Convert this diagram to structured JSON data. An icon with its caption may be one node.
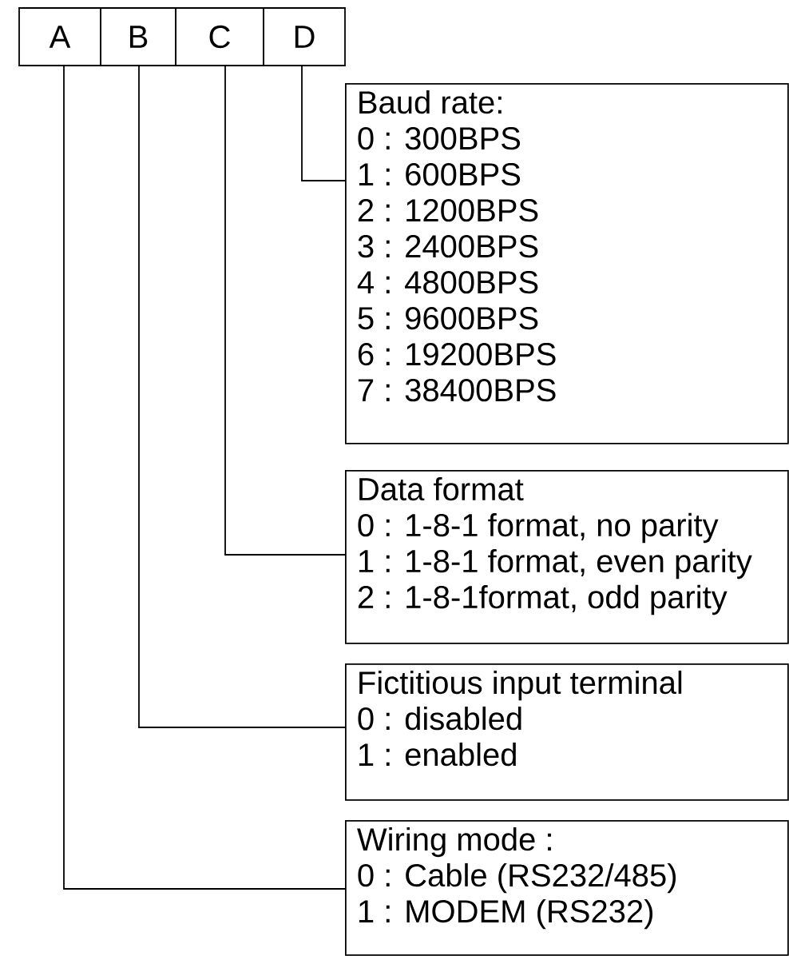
{
  "diagram": {
    "nodes": [
      {
        "text": [
          "A"
        ]
      },
      {
        "text": [
          "B"
        ]
      },
      {
        "text": [
          "C"
        ]
      },
      {
        "text": [
          "D"
        ]
      },
      {
        "text": [
          "Baud rate:",
          "0 : 300BPS",
          "1 : 600BPS",
          "2 : 1200BPS",
          "3 : 2400BPS",
          "4 : 4800BPS",
          "5 : 9600BPS",
          "6 : 19200BPS",
          "7 : 38400BPS"
        ]
      },
      {
        "text": [
          "Data format",
          "0 : 1-8-1 format, no parity",
          "1 : 1-8-1 format, even parity",
          "2 : 1-8-1format, odd parity"
        ]
      },
      {
        "text": [
          "Fictitious input terminal",
          "0 : disabled",
          "1 : enabled"
        ]
      },
      {
        "text": [
          "Wiring mode :",
          "0 : Cable (RS232/485)",
          "1 : MODEM (RS232)"
        ]
      }
    ],
    "edges": [
      {
        "from": 3,
        "to": 4,
        "arrow": "none"
      },
      {
        "from": 2,
        "to": 5,
        "arrow": "none"
      },
      {
        "from": 1,
        "to": 6,
        "arrow": "none"
      },
      {
        "from": 0,
        "to": 7,
        "arrow": "none"
      }
    ]
  }
}
